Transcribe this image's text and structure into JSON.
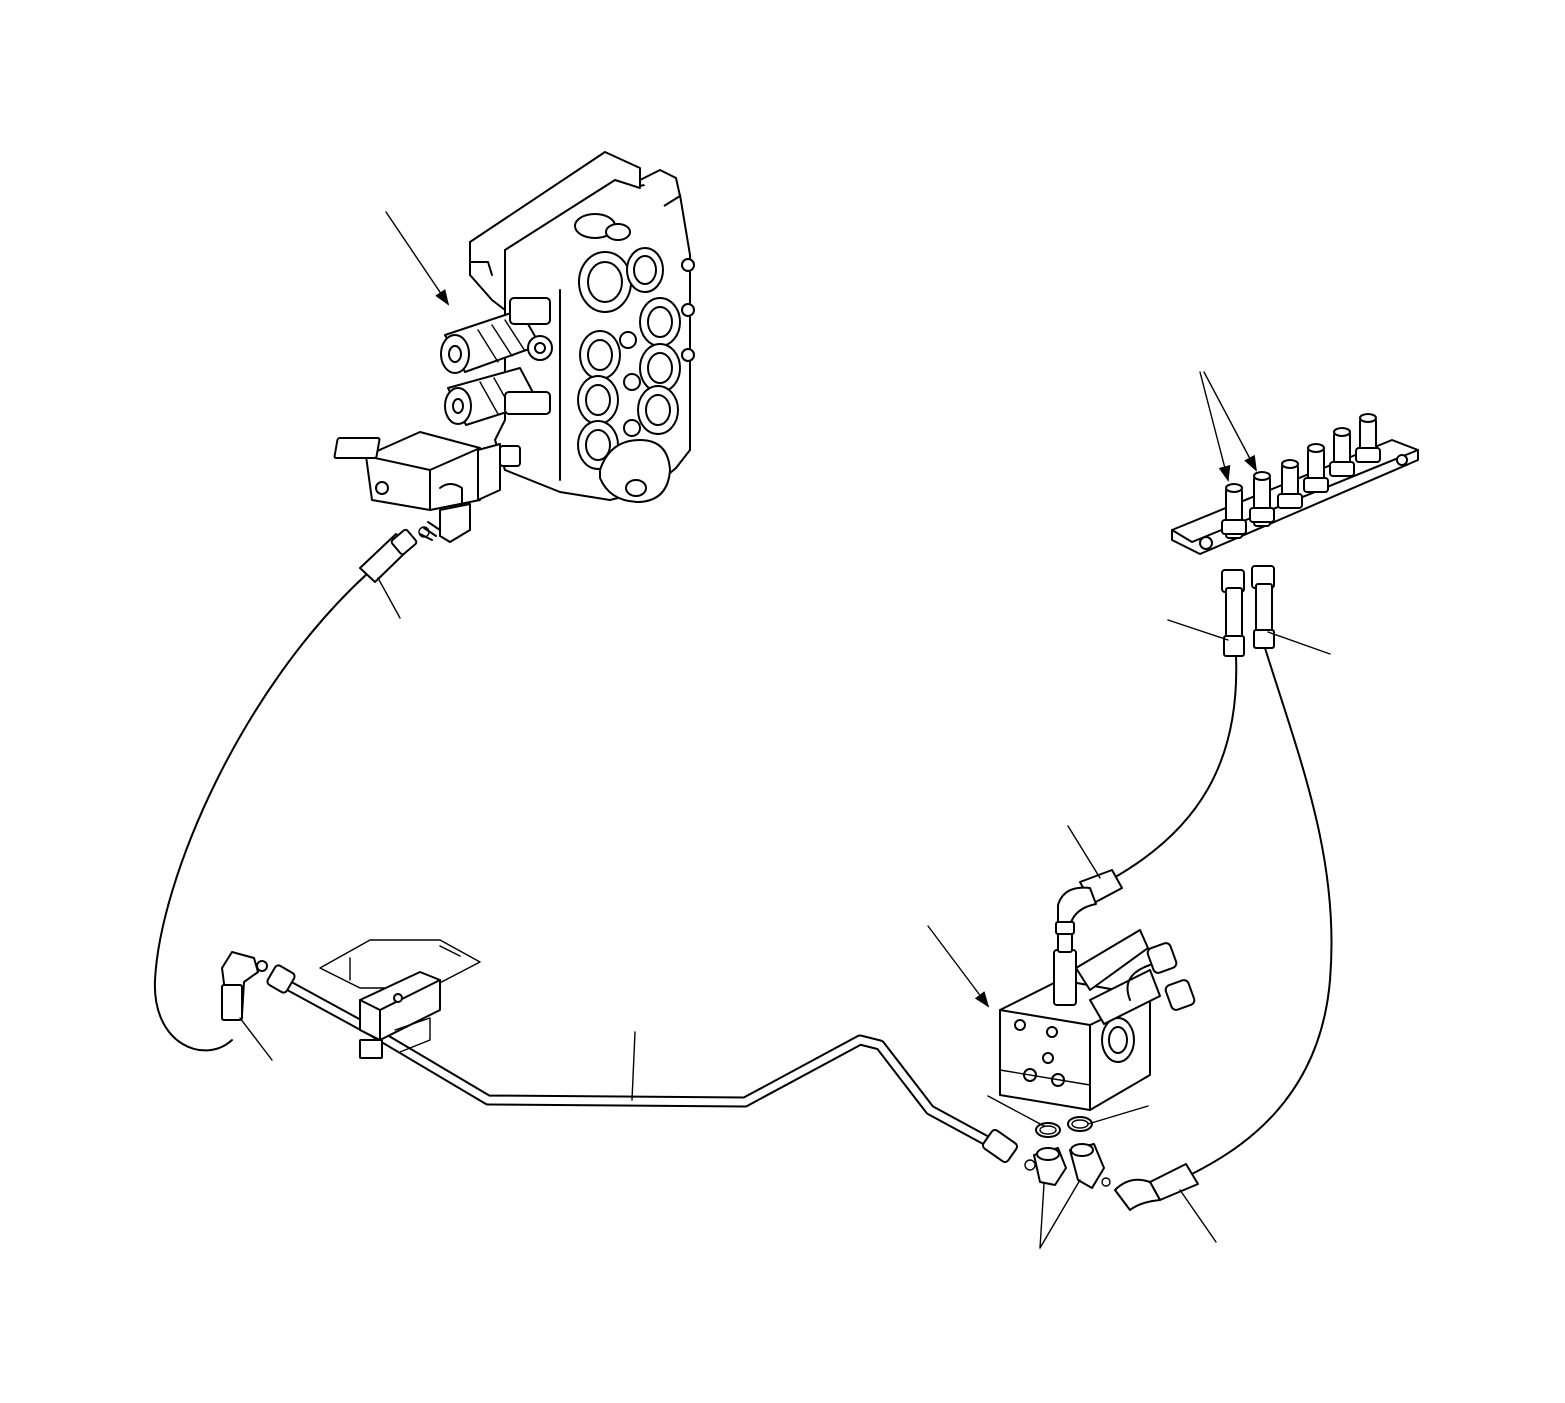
{
  "diagram": {
    "parts": [
      {
        "id": "control-valve"
      },
      {
        "id": "pilot-manifold-block"
      },
      {
        "id": "connector-plate"
      },
      {
        "id": "steel-tube"
      },
      {
        "id": "hose-left"
      },
      {
        "id": "hose-right-a"
      },
      {
        "id": "hose-right-b"
      }
    ],
    "callout_labels": []
  }
}
